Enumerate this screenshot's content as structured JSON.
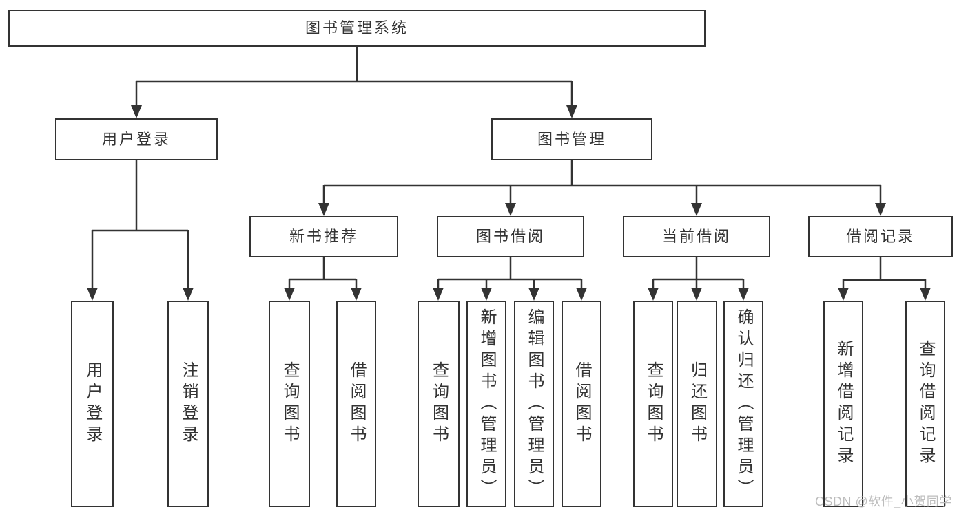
{
  "tree": {
    "root": "图书管理系统",
    "branches": [
      {
        "label": "用户登录",
        "children": [
          "用户登录",
          "注销登录"
        ]
      },
      {
        "label": "图书管理",
        "children": [
          {
            "label": "新书推荐",
            "children": [
              "查询图书",
              "借阅图书"
            ]
          },
          {
            "label": "图书借阅",
            "children": [
              "查询图书",
              "新增图书（管理员）",
              "编辑图书（管理员）",
              "借阅图书"
            ]
          },
          {
            "label": "当前借阅",
            "children": [
              "查询图书",
              "归还图书",
              "确认归还（管理员）"
            ]
          },
          {
            "label": "借阅记录",
            "children": [
              "新增借阅记录",
              "查询借阅记录"
            ]
          }
        ]
      }
    ]
  },
  "watermark": {
    "text": "CSDN @软件_小贺同学"
  },
  "colors": {
    "line": "#333333",
    "border": "#333333",
    "text": "#333333",
    "background": "#ffffff",
    "watermark": "#bdbdbd"
  }
}
